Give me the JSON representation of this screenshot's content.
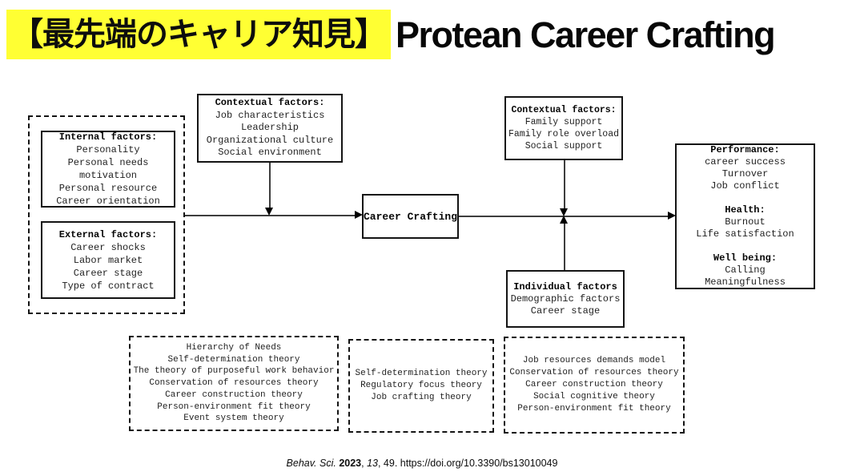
{
  "header": {
    "highlight_title": "【最先端のキャリア知見】",
    "main_title": "Protean Career Crafting",
    "highlight_color": "#FFFF33",
    "text_color": "#000000"
  },
  "diagram": {
    "internal": {
      "title": "Internal factors:",
      "lines": [
        "Personality",
        "Personal needs",
        "motivation",
        "Personal resource",
        "Career orientation"
      ]
    },
    "external": {
      "title": "External factors:",
      "lines": [
        "Career shocks",
        "Labor market",
        "Career stage",
        "Type of contract"
      ]
    },
    "contextual_left": {
      "title": "Contextual factors:",
      "lines": [
        "Job characteristics",
        "Leadership",
        "Organizational culture",
        "Social environment"
      ]
    },
    "career_crafting": {
      "title": "Career Crafting"
    },
    "contextual_right": {
      "title": "Contextual factors:",
      "lines": [
        "Family support",
        "Family role overload",
        "Social support"
      ]
    },
    "individual": {
      "title": "Individual factors",
      "lines": [
        "Demographic factors",
        "Career stage"
      ]
    },
    "outcomes": {
      "sections": [
        {
          "title": "Performance:",
          "lines": [
            "career success",
            "Turnover",
            "Job conflict"
          ]
        },
        {
          "title": "Health:",
          "lines": [
            "Burnout",
            "Life satisfaction"
          ]
        },
        {
          "title": "Well being:",
          "lines": [
            "Calling",
            "Meaningfulness"
          ]
        }
      ]
    },
    "theories_left": {
      "lines": [
        "Hierarchy of Needs",
        "Self-determination theory",
        "The theory of purposeful work behavior",
        "Conservation of resources theory",
        "Career construction theory",
        "Person-environment fit theory",
        "Event system theory"
      ]
    },
    "theories_middle": {
      "lines": [
        "Self-determination theory",
        "Regulatory focus theory",
        "Job crafting theory"
      ]
    },
    "theories_right": {
      "lines": [
        "Job resources demands model",
        "Conservation of resources theory",
        "Career construction theory",
        "Social cognitive theory",
        "Person-environment fit theory"
      ]
    }
  },
  "citation": {
    "journal": "Behav. Sci. ",
    "year": "2023",
    "mid": ", ",
    "volume": "13",
    "tail": ", 49. https://doi.org/10.3390/bs13010049"
  }
}
